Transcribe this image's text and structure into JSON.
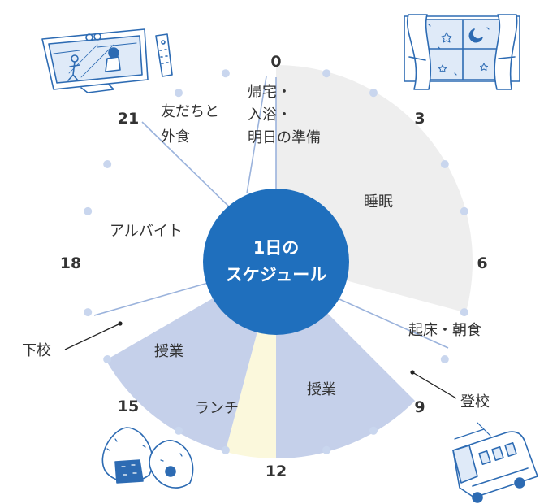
{
  "center": {
    "line1": "1日の",
    "line2": "スケジュール"
  },
  "hour_labels": [
    "0",
    "3",
    "6",
    "9",
    "12",
    "15",
    "18",
    "21"
  ],
  "activities": {
    "sleep": "睡眠",
    "wake": "起床・朝食",
    "class_morning": "授業",
    "lunch": "ランチ",
    "class_afternoon": "授業",
    "part_time": "アルバイト",
    "dinner_line1": "友だちと",
    "dinner_line2": "外食",
    "home_line1": "帰宅・",
    "home_line2": "入浴・",
    "home_line3": "明日の準備"
  },
  "callouts": {
    "commute": "登校",
    "leave_school": "下校"
  },
  "schedule": [
    {
      "name": "sleep",
      "start": 0,
      "end": 7,
      "color": "#eeeeee"
    },
    {
      "name": "class_morning",
      "start": 9,
      "end": 12,
      "color": "#c5d0ea"
    },
    {
      "name": "lunch",
      "start": 12,
      "end": 13,
      "color": "#fbf8dc"
    },
    {
      "name": "class_afternoon",
      "start": 13,
      "end": 16,
      "color": "#c5d0ea"
    }
  ],
  "colors": {
    "center_circle": "#1f6fbd",
    "center_text": "#ffffff",
    "dot": "#c9d6ee",
    "divider": "#9bb3dc",
    "label_text": "#333333",
    "icon_stroke": "#2d6bb3"
  },
  "icons": [
    "tv-icon",
    "window-curtain-icon",
    "rice-ball-icon",
    "train-icon"
  ]
}
